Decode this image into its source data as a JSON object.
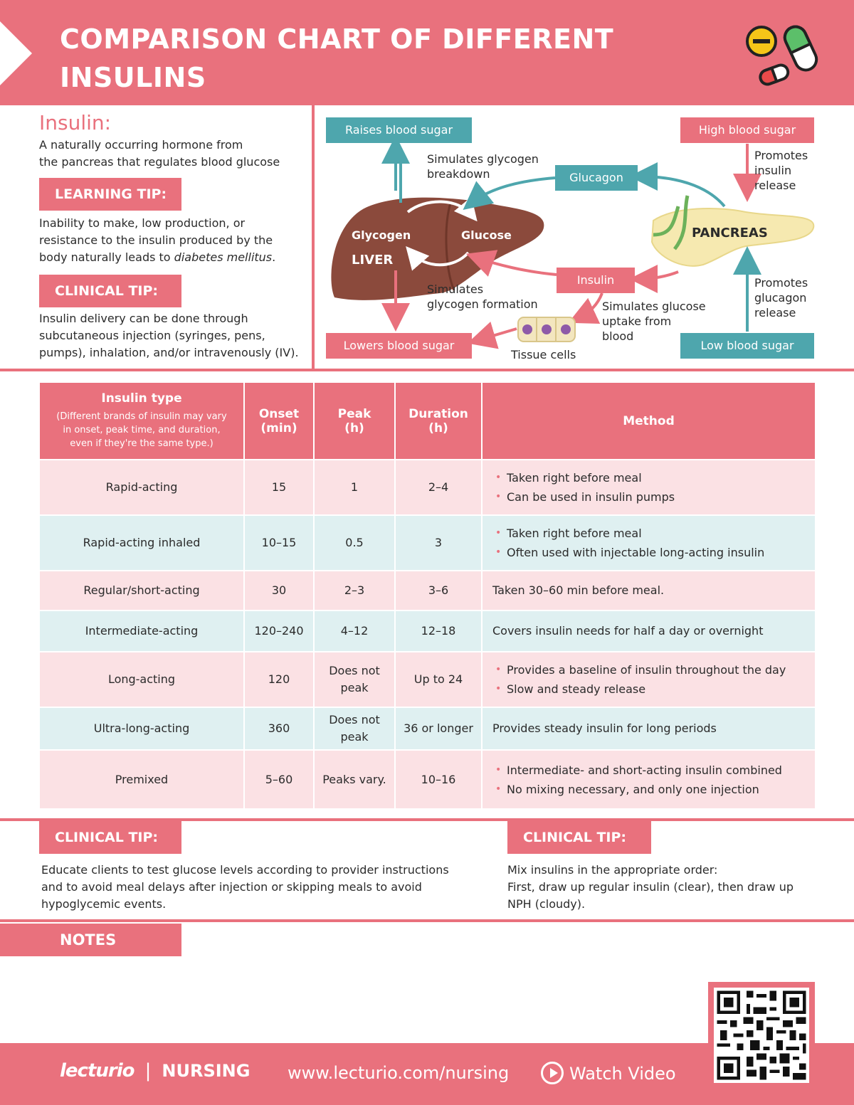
{
  "header": {
    "title_line1": "COMPARISON CHART OF DIFFERENT",
    "title_line2": "INSULINS"
  },
  "intro": {
    "heading": "Insulin:",
    "line1": "A naturally occurring hormone from",
    "line2": "the pancreas that regulates blood glucose"
  },
  "learning_tip": {
    "label": "LEARNING TIP:",
    "line1": "Inability to make, low production, or",
    "line2": "resistance to the insulin produced by the",
    "line3_prefix": "body naturally leads to ",
    "line3_em": "diabetes mellitus",
    "line3_suffix": "."
  },
  "clinical_tip_top": {
    "label": "CLINICAL TIP:",
    "line1": "Insulin delivery can be done through",
    "line2": "subcutaneous injection (syringes, pens,",
    "line3": "pumps), inhalation, and/or intravenously (IV)."
  },
  "diagram": {
    "raises": "Raises blood sugar",
    "lowers": "Lowers blood sugar",
    "high": "High blood sugar",
    "low": "Low blood sugar",
    "glucagon": "Glucagon",
    "insulin": "Insulin",
    "glycogen": "Glycogen",
    "glucose": "Glucose",
    "liver": "LIVER",
    "pancreas": "PANCREAS",
    "sim_breakdown_1": "Simulates glycogen",
    "sim_breakdown_2": "breakdown",
    "sim_formation_1": "Simulates",
    "sim_formation_2": "glycogen formation",
    "sim_uptake_1": "Simulates glucose",
    "sim_uptake_2": "uptake from",
    "sim_uptake_3": "blood",
    "promotes_insulin_1": "Promotes",
    "promotes_insulin_2": "insulin",
    "promotes_insulin_3": "release",
    "promotes_glucagon_1": "Promotes",
    "promotes_glucagon_2": "glucagon",
    "promotes_glucagon_3": "release",
    "tissue": "Tissue cells"
  },
  "table": {
    "headers": {
      "type": "Insulin type",
      "type_note_1": "(Different brands of insulin may vary",
      "type_note_2": "in onset, peak time, and duration,",
      "type_note_3": "even if they're the same type.)",
      "onset_1": "Onset",
      "onset_2": "(min)",
      "peak_1": "Peak",
      "peak_2": "(h)",
      "duration_1": "Duration",
      "duration_2": "(h)",
      "method": "Method"
    },
    "rows": [
      {
        "type": "Rapid-acting",
        "onset": "15",
        "peak": "1",
        "duration": "2–4",
        "method": [
          "Taken right before meal",
          "Can be used in insulin pumps"
        ]
      },
      {
        "type": "Rapid-acting inhaled",
        "onset": "10–15",
        "peak": "0.5",
        "duration": "3",
        "method": [
          "Taken right before meal",
          "Often used with injectable long-acting insulin"
        ]
      },
      {
        "type": "Regular/short-acting",
        "onset": "30",
        "peak": "2–3",
        "duration": "3–6",
        "method_text": "Taken 30–60 min before meal."
      },
      {
        "type": "Intermediate-acting",
        "onset": "120–240",
        "peak": "4–12",
        "duration": "12–18",
        "method_text": "Covers insulin needs for half a day or overnight"
      },
      {
        "type": "Long-acting",
        "onset": "120",
        "peak_1": "Does not",
        "peak_2": "peak",
        "duration": "Up to 24",
        "method": [
          "Provides a baseline of insulin throughout the day",
          "Slow and steady release"
        ]
      },
      {
        "type": "Ultra-long-acting",
        "onset": "360",
        "peak_1": "Does not",
        "peak_2": "peak",
        "duration": "36 or longer",
        "method_text": "Provides steady insulin for long periods"
      },
      {
        "type": "Premixed",
        "onset": "5–60",
        "peak": "Peaks vary.",
        "duration": "10–16",
        "method": [
          "Intermediate- and short-acting insulin combined",
          "No mixing necessary, and only one injection"
        ]
      }
    ]
  },
  "clinical_tip_bottom_left": {
    "label": "CLINICAL TIP:",
    "line1": "Educate clients to test glucose levels according to provider instructions",
    "line2": "and to avoid meal delays after injection or skipping meals to avoid",
    "line3": "hypoglycemic events."
  },
  "clinical_tip_bottom_right": {
    "label": "CLINICAL TIP:",
    "line1": "Mix insulins in the appropriate order:",
    "line2": "First, draw up regular insulin (clear), then draw up",
    "line3": "NPH (cloudy)."
  },
  "notes": {
    "label": "NOTES"
  },
  "footer": {
    "brand": "lecturio",
    "separator": "|",
    "nursing": "NURSING",
    "url": "www.lecturio.com/nursing",
    "watch": "Watch Video"
  },
  "colors": {
    "pink": "#e9717d",
    "teal": "#4ea6ad",
    "pink_light": "#fbe1e4",
    "teal_light": "#dff0f1"
  },
  "icons": [
    "pills-icon",
    "liver-icon",
    "pancreas-icon",
    "tissue-cells-icon",
    "play-icon",
    "qr-code-icon"
  ]
}
